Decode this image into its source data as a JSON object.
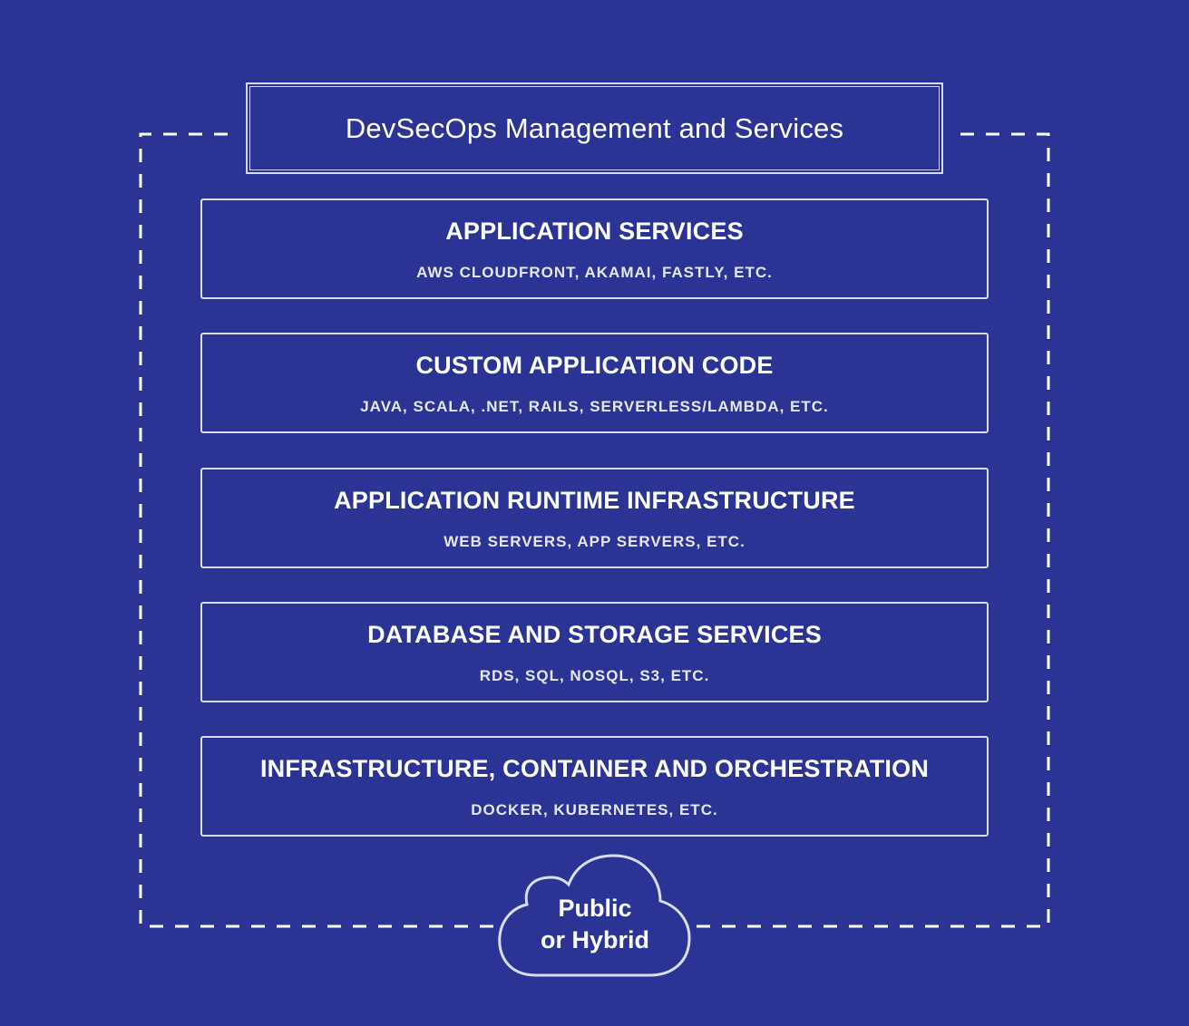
{
  "header": {
    "title": "DevSecOps Management and Services"
  },
  "layers": [
    {
      "title": "APPLICATION SERVICES",
      "subtitle": "AWS CLOUDFRONT, AKAMAI, FASTLY, ETC."
    },
    {
      "title": "CUSTOM APPLICATION CODE",
      "subtitle": "JAVA, SCALA, .NET, RAILS, SERVERLESS/LAMBDA, ETC."
    },
    {
      "title": "APPLICATION RUNTIME INFRASTRUCTURE",
      "subtitle": "WEB SERVERS, APP SERVERS, ETC."
    },
    {
      "title": "DATABASE AND STORAGE SERVICES",
      "subtitle": "RDS, SQL, NOSQL, S3, ETC."
    },
    {
      "title": "INFRASTRUCTURE, CONTAINER AND ORCHESTRATION",
      "subtitle": "DOCKER, KUBERNETES, ETC."
    }
  ],
  "cloud": {
    "line1": "Public",
    "line2": "or Hybrid",
    "icon": "cloud-icon"
  },
  "colors": {
    "background": "#2b3494",
    "line": "#d8dcf2",
    "text": "#ffffff"
  }
}
